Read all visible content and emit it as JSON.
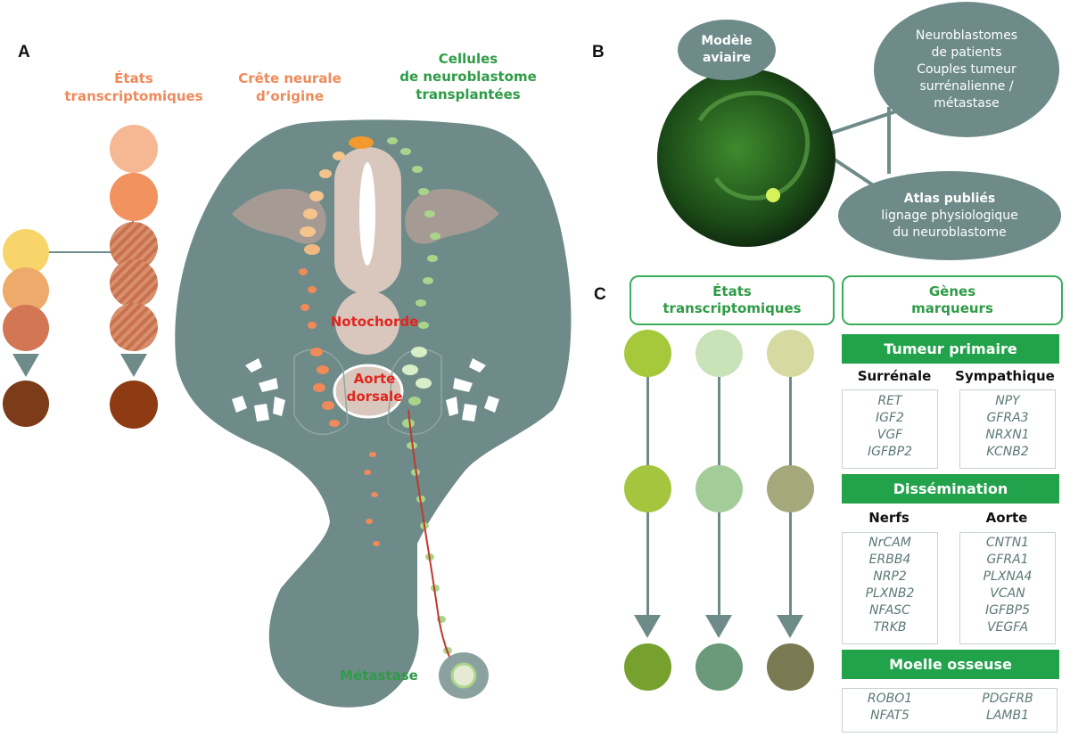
{
  "panels": {
    "a": "A",
    "b": "B",
    "c": "C"
  },
  "panel_a": {
    "col_etats": "États\ntranscriptomiques",
    "col_crete": "Crête neurale\nd’origine",
    "col_cellules": "Cellules\nde neuroblastome\ntransplantées",
    "notochorde": "Notochorde",
    "aorte": "Aorte\ndorsale",
    "metastase": "Métastase",
    "colors": {
      "tissue": "#6e8b89",
      "neural_crest": "#ef8a5a",
      "graft": "#9acb7a",
      "highlight": "#e0261f"
    }
  },
  "panel_b": {
    "bubble_model": "Modèle\naviaire",
    "bubble_patients": "Neuroblastomes\nde patients\nCouples tumeur\nsurrénalienne /\nmétastase",
    "bubble_atlas_title": "Atlas publiés",
    "bubble_atlas_text": "lignage physiologique\ndu neuroblastome"
  },
  "panel_c": {
    "header_states": "États\ntranscriptomiques",
    "header_genes": "Gènes\nmarqueurs",
    "bar_primary": "Tumeur primaire",
    "sub_surrenale": "Surrénale",
    "sub_sympathique": "Sympathique",
    "genes_surrenale": [
      "RET",
      "IGF2",
      "VGF",
      "IGFBP2"
    ],
    "genes_sympathique": [
      "NPY",
      "GFRA3",
      "NRXN1",
      "KCNB2"
    ],
    "bar_dissemination": "Dissémination",
    "sub_nerfs": "Nerfs",
    "sub_aorte": "Aorte",
    "genes_nerfs": [
      "NrCAM",
      "ERBB4",
      "NRP2",
      "PLXNB2",
      "NFASC",
      "TRKB"
    ],
    "genes_aorte": [
      "CNTN1",
      "GFRA1",
      "PLXNA4",
      "VCAN",
      "IGFBP5",
      "VEGFA"
    ],
    "bar_moelle": "Moelle osseuse",
    "genes_moelle_left": [
      "ROBO1",
      "NFAT5"
    ],
    "genes_moelle_right": [
      "PDGFRB",
      "LAMB1"
    ]
  }
}
